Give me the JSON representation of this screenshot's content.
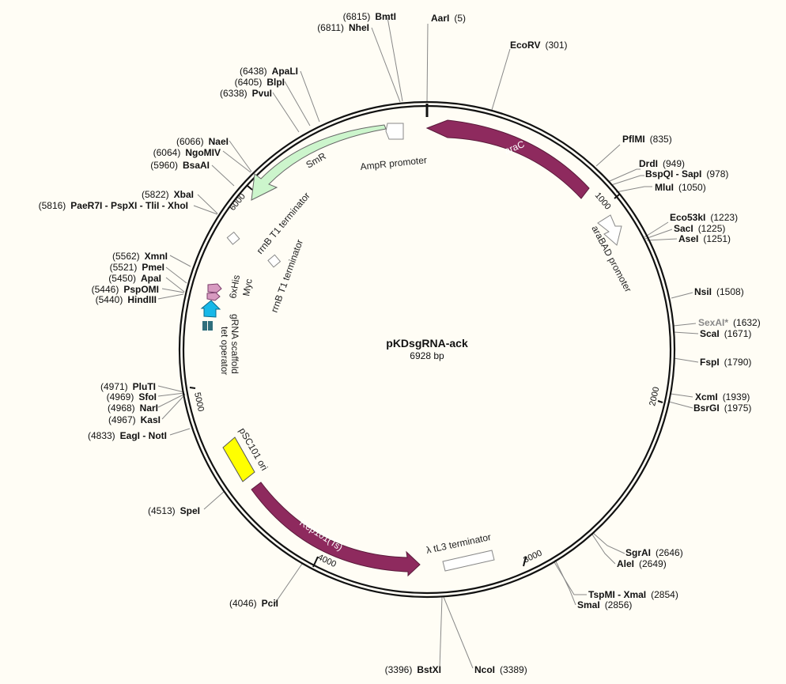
{
  "plasmid": {
    "name": "pKDsgRNA-ack",
    "size": "6928 bp",
    "length": 6928
  },
  "colors": {
    "background": "#fffdf5",
    "arrow_purple": "#8e2a5e",
    "smr_green": "#ccf5cc",
    "ori_yellow": "#ffff00",
    "tag_pink": "#d79ac0",
    "scaffold_cyan": "#17b8e8",
    "teto_teal": "#2f6e7c",
    "nonunique_gray": "#888888"
  },
  "ticks": [
    "1000",
    "2000",
    "3000",
    "4000",
    "5000",
    "6000"
  ],
  "sites": [
    {
      "name": "AarI",
      "pos": "(5)"
    },
    {
      "name": "EcoRV",
      "pos": "(301)"
    },
    {
      "name": "PflMI",
      "pos": "(835)"
    },
    {
      "name": "DrdI",
      "pos": "(949)"
    },
    {
      "name": "BspQI - SapI",
      "pos": "(978)"
    },
    {
      "name": "MluI",
      "pos": "(1050)"
    },
    {
      "name": "Eco53kI",
      "pos": "(1223)"
    },
    {
      "name": "SacI",
      "pos": "(1225)"
    },
    {
      "name": "AseI",
      "pos": "(1251)"
    },
    {
      "name": "NsiI",
      "pos": "(1508)"
    },
    {
      "name": "SexAI*",
      "pos": "(1632)"
    },
    {
      "name": "ScaI",
      "pos": "(1671)"
    },
    {
      "name": "FspI",
      "pos": "(1790)"
    },
    {
      "name": "XcmI",
      "pos": "(1939)"
    },
    {
      "name": "BsrGI",
      "pos": "(1975)"
    },
    {
      "name": "SgrAI",
      "pos": "(2646)"
    },
    {
      "name": "AleI",
      "pos": "(2649)"
    },
    {
      "name": "TspMI - XmaI",
      "pos": "(2854)"
    },
    {
      "name": "SmaI",
      "pos": "(2856)"
    },
    {
      "name": "NcoI",
      "pos": "(3389)"
    },
    {
      "name": "BstXI",
      "pos": "(3396)"
    },
    {
      "name": "PciI",
      "pos": "(4046)"
    },
    {
      "name": "SpeI",
      "pos": "(4513)"
    },
    {
      "name": "EagI - NotI",
      "pos": "(4833)"
    },
    {
      "name": "KasI",
      "pos": "(4967)"
    },
    {
      "name": "NarI",
      "pos": "(4968)"
    },
    {
      "name": "SfoI",
      "pos": "(4969)"
    },
    {
      "name": "PluTI",
      "pos": "(4971)"
    },
    {
      "name": "HindIII",
      "pos": "(5440)"
    },
    {
      "name": "PspOMI",
      "pos": "(5446)"
    },
    {
      "name": "ApaI",
      "pos": "(5450)"
    },
    {
      "name": "PmeI",
      "pos": "(5521)"
    },
    {
      "name": "XmnI",
      "pos": "(5562)"
    },
    {
      "name": "PaeR7I - PspXI - TliI - XhoI",
      "pos": "(5816)"
    },
    {
      "name": "XbaI",
      "pos": "(5822)"
    },
    {
      "name": "BsaAI",
      "pos": "(5960)"
    },
    {
      "name": "NgoMIV",
      "pos": "(6064)"
    },
    {
      "name": "NaeI",
      "pos": "(6066)"
    },
    {
      "name": "PvuI",
      "pos": "(6338)"
    },
    {
      "name": "BlpI",
      "pos": "(6405)"
    },
    {
      "name": "ApaLI",
      "pos": "(6438)"
    },
    {
      "name": "NheI",
      "pos": "(6811)"
    },
    {
      "name": "BmtI",
      "pos": "(6815)"
    }
  ],
  "features": {
    "araC": "araC",
    "araBAD": "araBAD promoter",
    "ampR": "AmpR promoter",
    "smR": "SmR",
    "rrnb1": "rrnB T1 terminator",
    "rrnb2": "rrnB T1 terminator",
    "his": "6xHis",
    "myc": "Myc",
    "scaffold": "gRNA scaffold",
    "teto": "tet operator",
    "psc101": "pSC101 ori",
    "rep101": "Rep101(Ts)",
    "tl3": "λ tL3 terminator"
  }
}
